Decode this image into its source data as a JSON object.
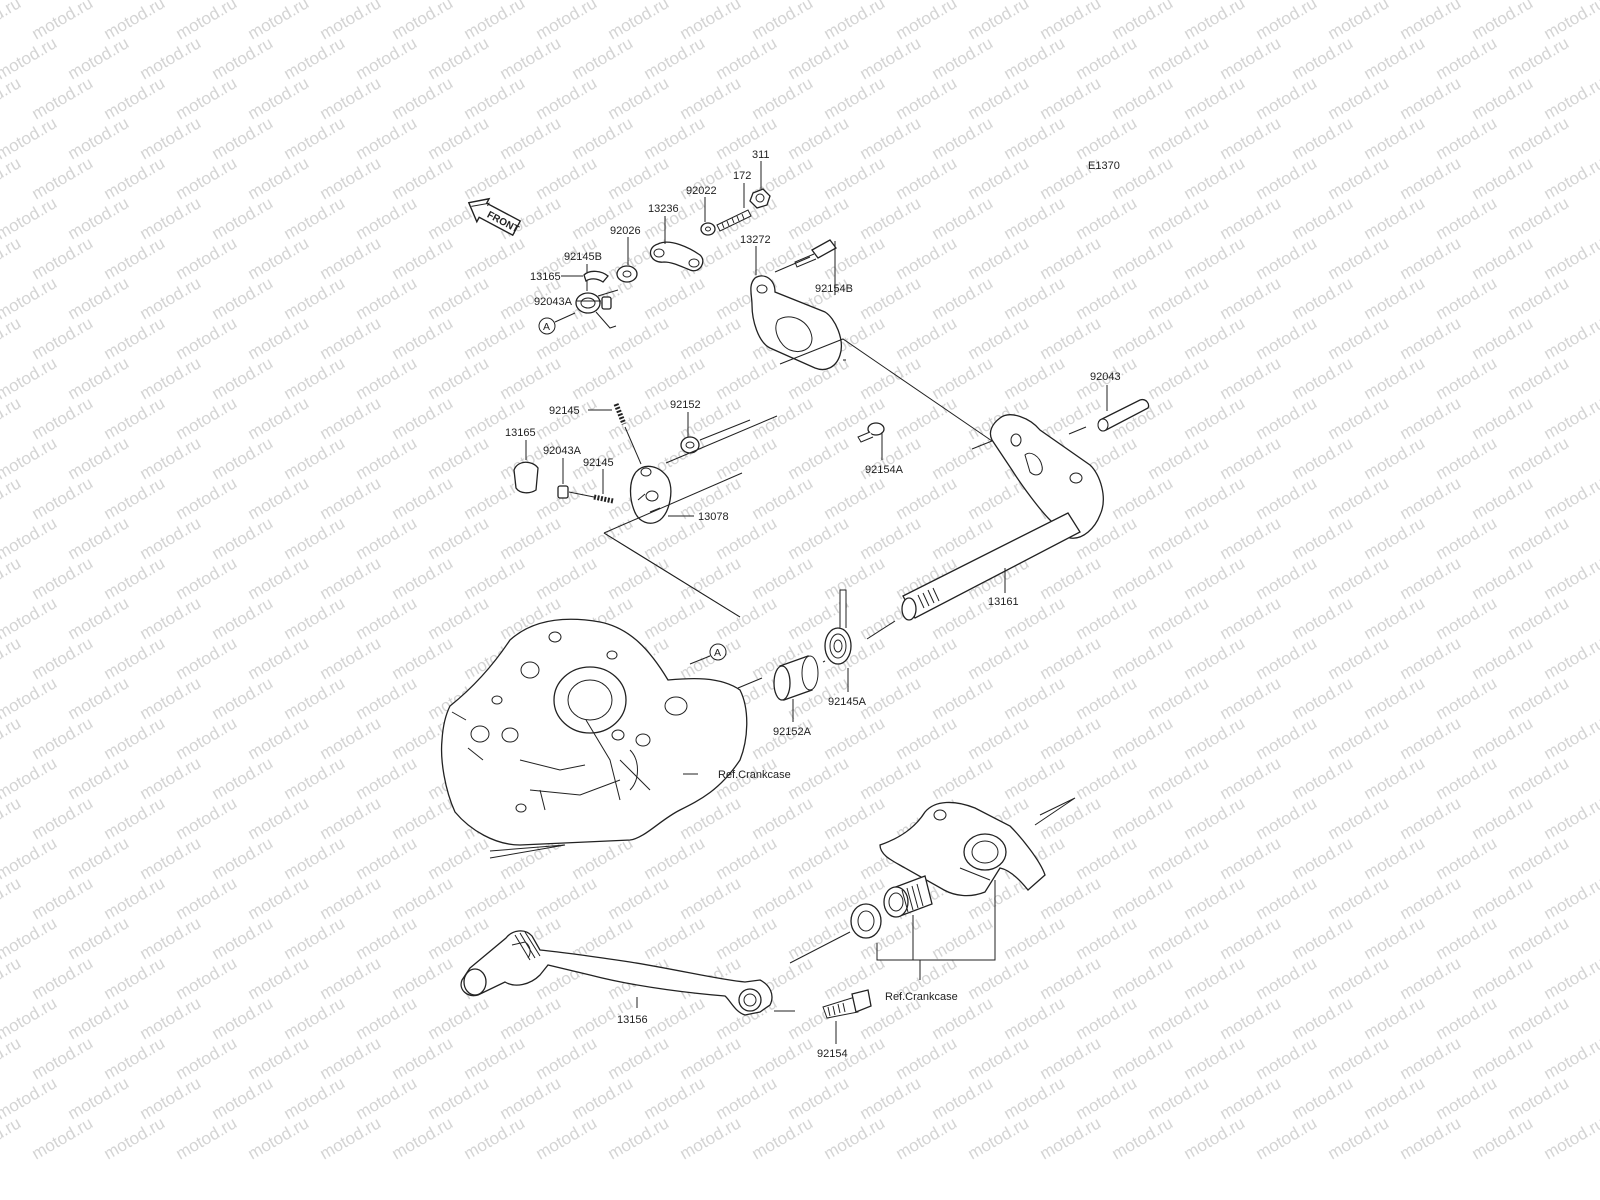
{
  "watermark": "motod.ru",
  "diagram_code": "E1370",
  "front_arrow": "FRONT",
  "callout_a": "A",
  "labels": {
    "p311": "311",
    "p172": "172",
    "p92022": "92022",
    "p13236": "13236",
    "p92026": "92026",
    "p92145b": "92145B",
    "p92154b": "92154B",
    "p13272": "13272",
    "p13165a": "13165",
    "p92043a_1": "92043A",
    "p92145_1": "92145",
    "p92152": "92152",
    "p13165b": "13165",
    "p92043a_2": "92043A",
    "p92145_2": "92145",
    "p13078": "13078",
    "p92154a": "92154A",
    "p92043": "92043",
    "p13161": "13161",
    "p92145a": "92145A",
    "p92152a": "92152A",
    "ref_crankcase_1": "Ref.Crankcase",
    "ref_crankcase_2": "Ref.Crankcase",
    "p13156": "13156",
    "p92154": "92154"
  },
  "colors": {
    "line": "#222222",
    "watermark": "#d4d4d4",
    "background": "#ffffff"
  }
}
